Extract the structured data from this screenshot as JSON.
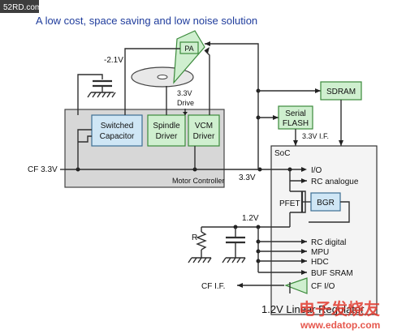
{
  "watermark_top": "52RD.com",
  "heading": "A low cost, space saving and low noise solution",
  "labels": {
    "neg_voltage": "-2.1V",
    "pa": "PA",
    "drive_voltage": "3.3V",
    "drive_word": "Drive",
    "switched": "Switched",
    "capacitor": "Capacitor",
    "spindle": "Spindle",
    "driver1": "Driver",
    "vcm": "VCM",
    "driver2": "Driver",
    "motor_controller": "Motor Controller",
    "cf33": "CF 3.3V",
    "v33_bus": "3.3V",
    "sdram": "SDRAM",
    "serial": "Serial",
    "flash": "FLASH",
    "v33_if": "3.3V I.F.",
    "soc": "SoC",
    "io": "I/O",
    "rc_analogue": "RC analogue",
    "pfet": "PFET",
    "bgr": "BGR",
    "v12": "1.2V",
    "r": "R",
    "rc_digital": "RC digital",
    "mpu": "MPU",
    "hdc": "HDC",
    "buf_sram": "BUF SRAM",
    "cf_if": "CF I.F.",
    "cf_io": "CF I/O",
    "regulator": "1.2V Linear Regulator",
    "watermark_cn": "电子发烧友",
    "watermark_url": "www.edatop.com"
  },
  "colors": {
    "heading": "#1f3c9c",
    "green_block": "#cfefcf",
    "blue_block": "#cfe6f5",
    "gray_block": "#d7d7d7",
    "watermark": "#e23a2e"
  }
}
